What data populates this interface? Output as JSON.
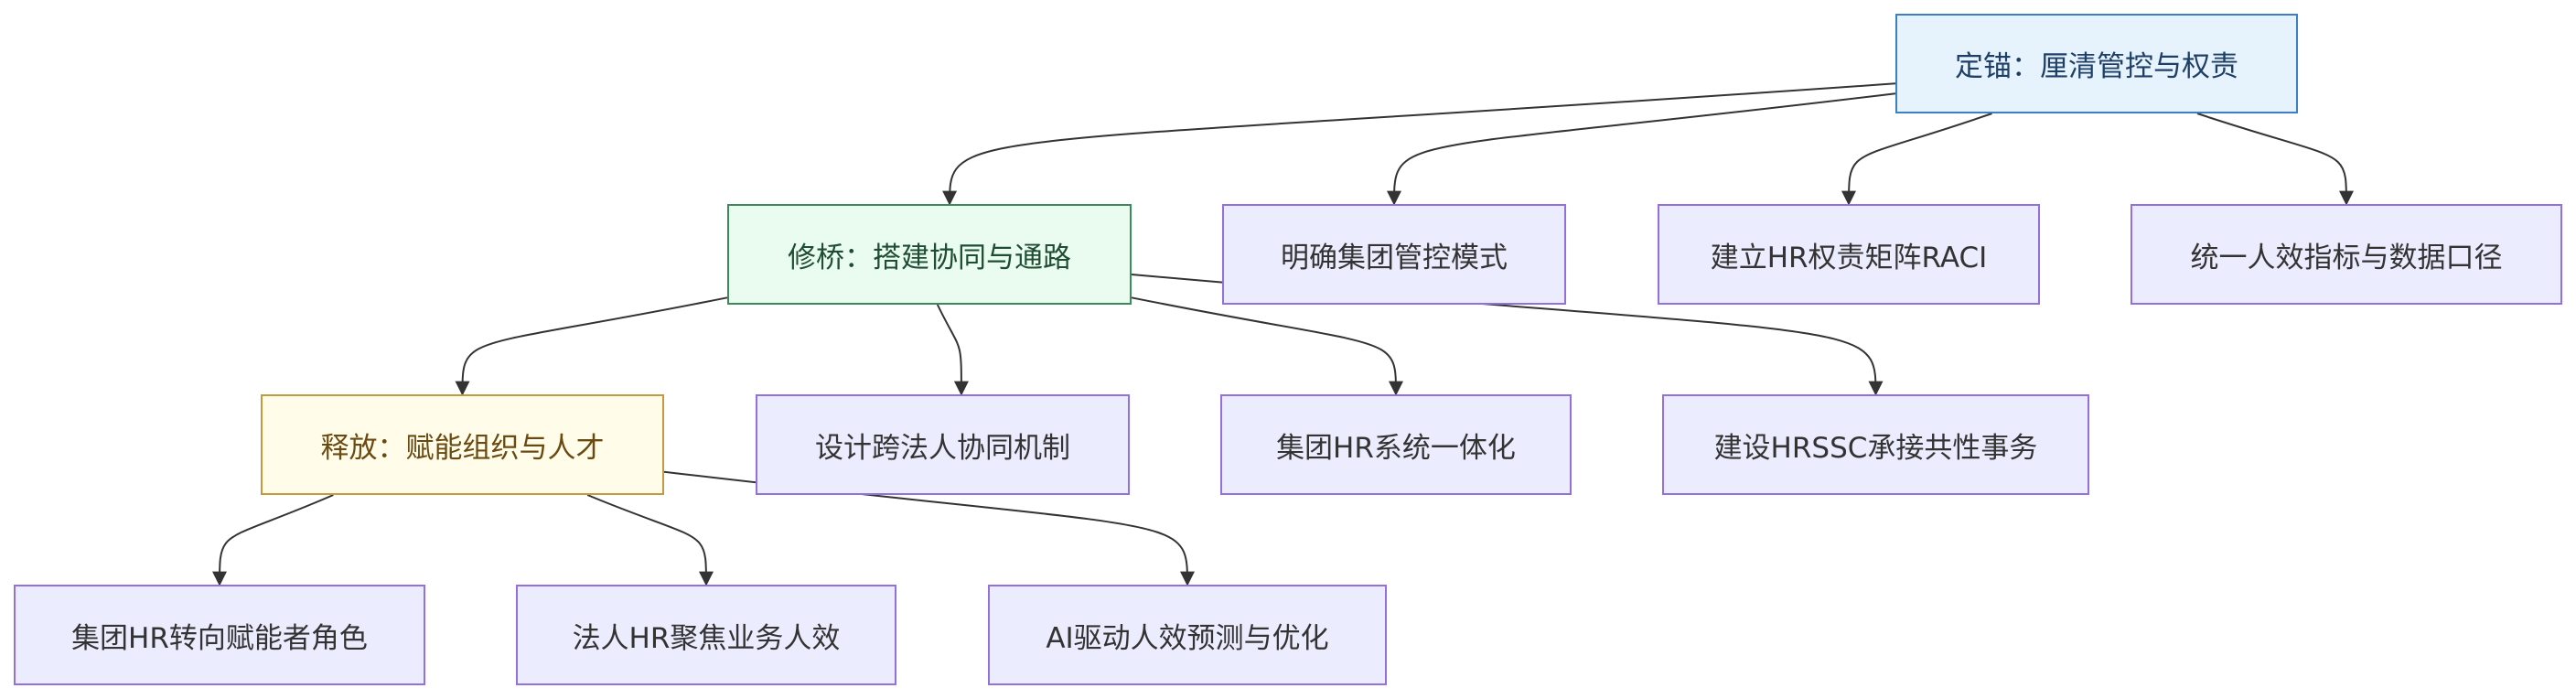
{
  "diagram": {
    "nodes": {
      "anchor": "定锚：厘清管控与权责",
      "bridge": "修桥：搭建协同与通路",
      "group_mode": "明确集团管控模式",
      "raci": "建立HR权责矩阵RACI",
      "metrics": "统一人效指标与数据口径",
      "release": "释放：赋能组织与人才",
      "cross_entity": "设计跨法人协同机制",
      "hr_system": "集团HR系统一体化",
      "hrssc": "建设HRSSC承接共性事务",
      "enabler": "集团HR转向赋能者角色",
      "entity_hr": "法人HR聚焦业务人效",
      "ai": "AI驱动人效预测与优化"
    },
    "edges": [
      [
        "anchor",
        "bridge"
      ],
      [
        "anchor",
        "group_mode"
      ],
      [
        "anchor",
        "raci"
      ],
      [
        "anchor",
        "metrics"
      ],
      [
        "bridge",
        "release"
      ],
      [
        "bridge",
        "cross_entity"
      ],
      [
        "bridge",
        "hr_system"
      ],
      [
        "bridge",
        "hrssc"
      ],
      [
        "release",
        "enabler"
      ],
      [
        "release",
        "entity_hr"
      ],
      [
        "release",
        "ai"
      ]
    ]
  }
}
